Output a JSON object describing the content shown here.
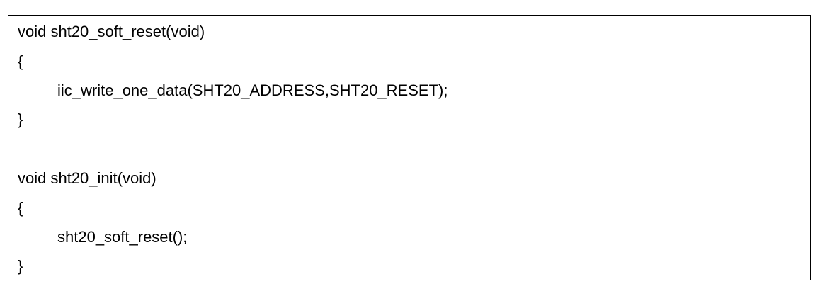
{
  "code": {
    "lines": [
      "void sht20_soft_reset(void)",
      "{",
      "iic_write_one_data(SHT20_ADDRESS,SHT20_RESET);",
      "}",
      "",
      "void sht20_init(void)",
      "{",
      "sht20_soft_reset();",
      "}"
    ]
  }
}
